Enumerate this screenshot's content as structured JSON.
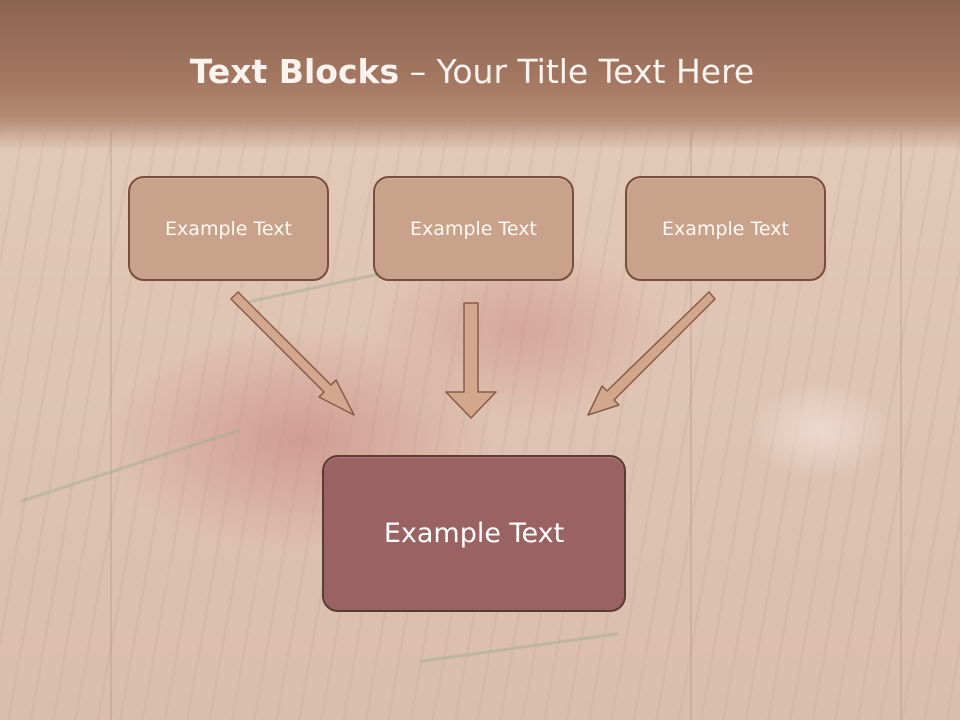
{
  "slide": {
    "title_bold": "Text Blocks",
    "title_dash": " – ",
    "title_rest": "Your Title Text Here",
    "blocks": [
      {
        "label": "Example Text"
      },
      {
        "label": "Example Text"
      },
      {
        "label": "Example Text"
      }
    ],
    "main_block": {
      "label": "Example Text"
    }
  },
  "colors": {
    "title_band": "#a47862",
    "block_fill": "#c9a28b",
    "block_border": "#7a4e3c",
    "main_block_fill": "#9a6262",
    "arrow_fill": "#d3a78e"
  }
}
